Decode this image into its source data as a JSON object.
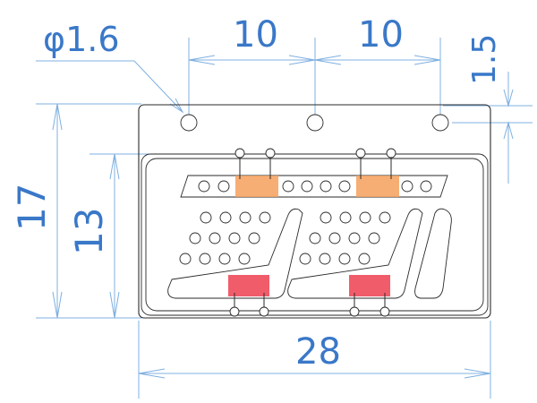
{
  "dimensions": {
    "hole_diameter": "φ1.6",
    "pitch_left": "10",
    "pitch_right": "10",
    "hole_offset": "1.5",
    "height_outer": "17",
    "height_inner": "13",
    "width": "28"
  },
  "colors": {
    "dimension": "#3a78c8",
    "dimension_line": "#7fb0e0",
    "outline": "#2a2a2a",
    "pad_upper": "#f5a05c",
    "pad_lower": "#f04a5a"
  }
}
